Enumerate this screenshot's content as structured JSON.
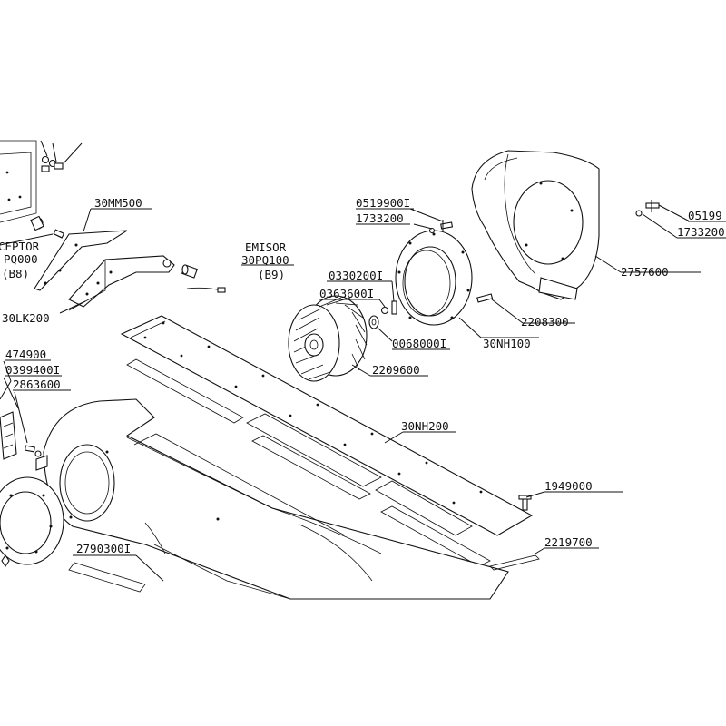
{
  "labels": {
    "p30MM500": "30MM500",
    "receptor_line1": "CEPTOR",
    "receptor_line2": "PQ000",
    "receptor_line3": "(B8)",
    "p30LK200": "30LK200",
    "emisor_line1": "EMISOR",
    "emisor_line2": "30PQ100",
    "emisor_line3": "(B9)",
    "p0519900I_mid": "0519900I",
    "p1733200_mid": "1733200",
    "p0519900I_right": "05199",
    "p1733200_right": "1733200",
    "p0330200I": "0330200I",
    "p0363600I": "0363600I",
    "p0068000I": "0068000I",
    "p30NH100": "30NH100",
    "p2209600": "2209600",
    "p2208300": "2208300",
    "p2757600": "2757600",
    "p474900": "474900",
    "p0399400I": "0399400I",
    "p2863600": "2863600",
    "p30NH200": "30NH200",
    "p1949000": "1949000",
    "p2219700": "2219700",
    "p2790300I": "2790300I"
  }
}
